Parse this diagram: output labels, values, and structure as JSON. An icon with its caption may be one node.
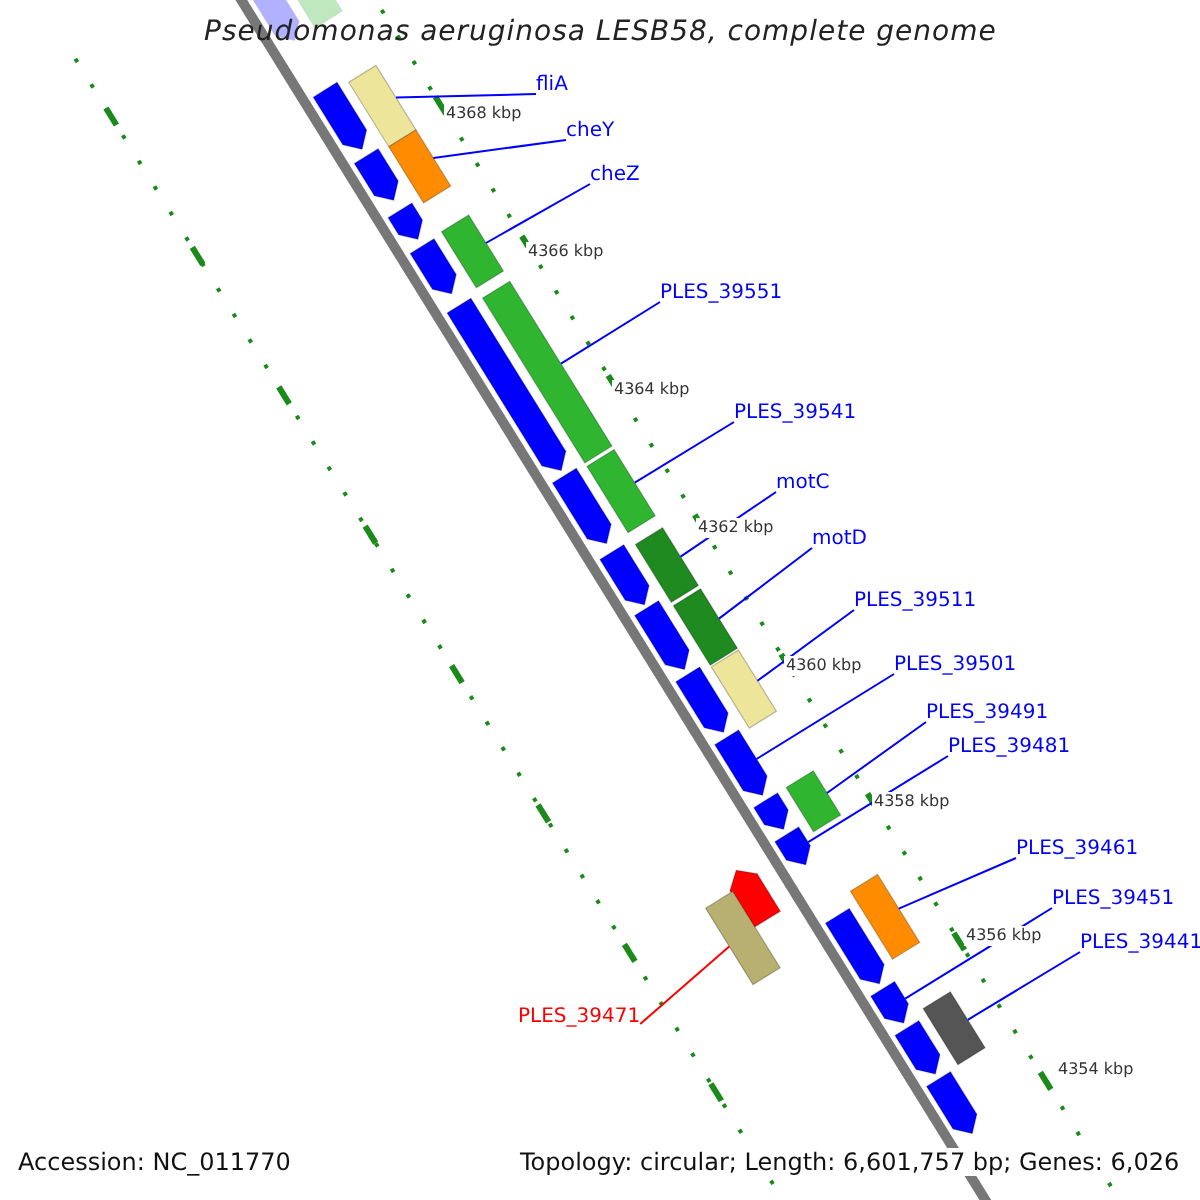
{
  "diagram": {
    "title": "Pseudomonas aeruginosa LESB58, complete genome",
    "nodes": [
      {
        "text": [
          "fliA"
        ]
      },
      {
        "text": [
          "cheY"
        ]
      },
      {
        "text": [
          "cheZ"
        ]
      },
      {
        "text": [
          "PLES_39551"
        ]
      },
      {
        "text": [
          "PLES_39541"
        ]
      },
      {
        "text": [
          "motC"
        ]
      },
      {
        "text": [
          "motD"
        ]
      },
      {
        "text": [
          "PLES_39511"
        ]
      },
      {
        "text": [
          "PLES_39501"
        ]
      },
      {
        "text": [
          "PLES_39491"
        ]
      },
      {
        "text": [
          "PLES_39481"
        ]
      },
      {
        "text": [
          "PLES_39461"
        ]
      },
      {
        "text": [
          "PLES_39451"
        ]
      },
      {
        "text": [
          "PLES_39441"
        ]
      },
      {
        "text": [
          "PLES_39471"
        ]
      },
      {
        "text": [],
        "shape": "bar"
      },
      {
        "text": [],
        "shape": "pentagon"
      },
      {
        "text": [],
        "shape": "bar"
      },
      {
        "text": [],
        "shape": "pentagon"
      },
      {
        "text": [],
        "shape": "bar"
      },
      {
        "text": [],
        "shape": "pentagon"
      },
      {
        "text": [],
        "shape": "pentagon"
      },
      {
        "text": [],
        "shape": "bar"
      },
      {
        "text": [],
        "shape": "pentagon"
      },
      {
        "text": [],
        "shape": "bar"
      },
      {
        "text": [],
        "shape": "pentagon"
      },
      {
        "text": [],
        "shape": "bar"
      },
      {
        "text": [],
        "shape": "pentagon"
      },
      {
        "text": [],
        "shape": "bar"
      },
      {
        "text": [],
        "shape": "pentagon"
      },
      {
        "text": [],
        "shape": "bar"
      },
      {
        "text": [],
        "shape": "pentagon"
      },
      {
        "text": [],
        "shape": "bar"
      },
      {
        "text": [],
        "shape": "pentagon"
      },
      {
        "text": [],
        "shape": "pentagon"
      },
      {
        "text": [],
        "shape": "bar"
      },
      {
        "text": [],
        "shape": "pentagon"
      },
      {
        "text": [],
        "shape": "pentagon"
      },
      {
        "text": [],
        "shape": "pentagon"
      },
      {
        "text": [],
        "shape": "bar"
      },
      {
        "text": [],
        "shape": "bar"
      },
      {
        "text": [],
        "shape": "pentagon"
      },
      {
        "text": [],
        "shape": "pentagon"
      },
      {
        "text": [],
        "shape": "bar"
      },
      {
        "text": [],
        "shape": "pentagon"
      },
      {
        "text": [],
        "shape": "pentagon"
      }
    ],
    "edges": [
      {
        "from": 0,
        "to": 17,
        "arrow": "none"
      },
      {
        "from": 1,
        "to": 19,
        "arrow": "none"
      },
      {
        "from": 2,
        "to": 22,
        "arrow": "none"
      },
      {
        "from": 3,
        "to": 24,
        "arrow": "none"
      },
      {
        "from": 4,
        "to": 26,
        "arrow": "none"
      },
      {
        "from": 5,
        "to": 28,
        "arrow": "none"
      },
      {
        "from": 6,
        "to": 30,
        "arrow": "none"
      },
      {
        "from": 7,
        "to": 32,
        "arrow": "none"
      },
      {
        "from": 8,
        "to": 34,
        "arrow": "none"
      },
      {
        "from": 9,
        "to": 35,
        "arrow": "none"
      },
      {
        "from": 10,
        "to": 37,
        "arrow": "none"
      },
      {
        "from": 11,
        "to": 39,
        "arrow": "none"
      },
      {
        "from": 12,
        "to": 42,
        "arrow": "none"
      },
      {
        "from": 13,
        "to": 43,
        "arrow": "none"
      },
      {
        "from": 14,
        "to": 40,
        "arrow": "none",
        "color": "#ff0000"
      }
    ],
    "labels": [
      "4368 kbp",
      "4366 kbp",
      "4364 kbp",
      "4362 kbp",
      "4360 kbp",
      "4358 kbp",
      "4356 kbp",
      "4354 kbp",
      "Accession: NC_011770",
      "Topology: circular; Length: 6,601,757 bp; Genes: 6,026"
    ]
  }
}
